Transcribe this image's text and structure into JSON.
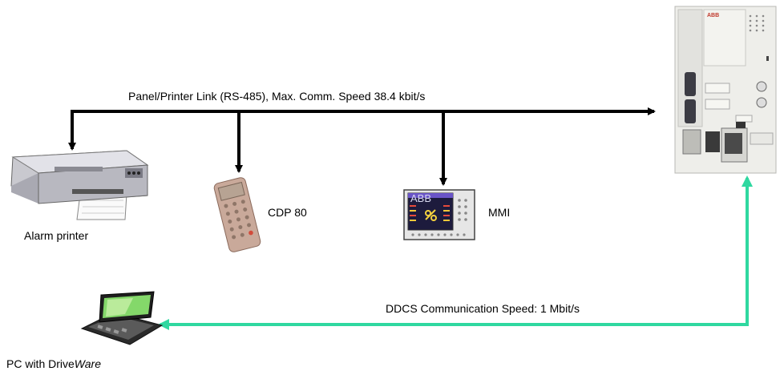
{
  "links": {
    "panel_printer": "Panel/Printer Link (RS-485), Max. Comm. Speed  38.4 kbit/s",
    "ddcs": "DDCS Communication Speed: 1 Mbit/s"
  },
  "devices": {
    "alarm_printer": "Alarm printer",
    "cdp80": "CDP 80",
    "mmi": "MMI",
    "mmi_screen_logo": "ABB",
    "controller_logo": "ABB",
    "pc_prefix": "PC with Drive",
    "pc_suffix": "Ware"
  },
  "colors": {
    "line": "#000000",
    "ddcs_line": "#2fd8a0"
  }
}
